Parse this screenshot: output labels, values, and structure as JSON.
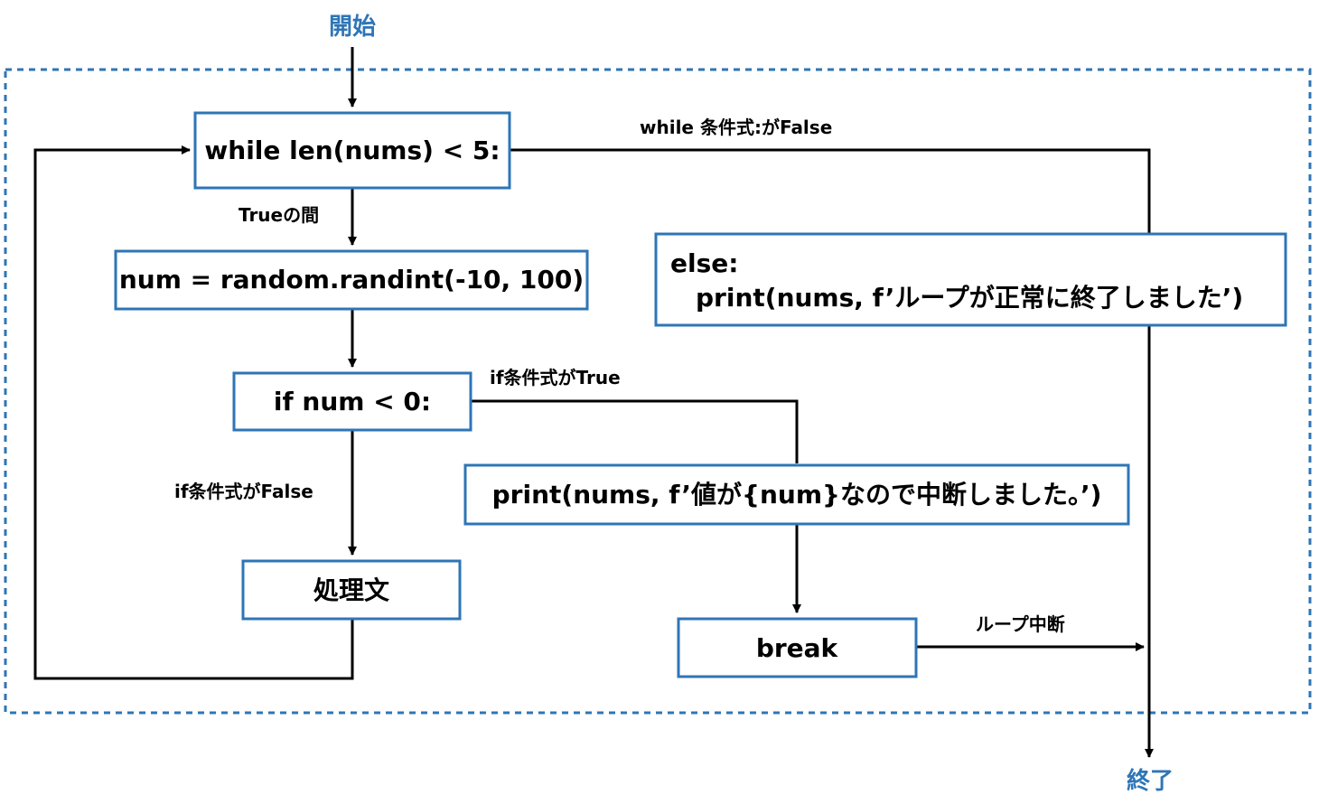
{
  "terminals": {
    "start": "開始",
    "end": "終了"
  },
  "boxes": {
    "while": "while len(nums) < 5:",
    "assign": "num = random.randint(-10, 100)",
    "if": "if num < 0:",
    "process": "処理文",
    "print_break": "print(nums, f’値が{num}なので中断しました。’)",
    "break": "break",
    "else_line1": "else:",
    "else_line2": "print(nums, f’ループが正常に終了しました’)"
  },
  "labels": {
    "while_false": "while 条件式:がFalse",
    "while_true": "Trueの間",
    "if_true": "if条件式がTrue",
    "if_false": "if条件式がFalse",
    "loop_break": "ループ中断"
  },
  "colors": {
    "accent": "#2e75b6",
    "line": "#000000"
  }
}
